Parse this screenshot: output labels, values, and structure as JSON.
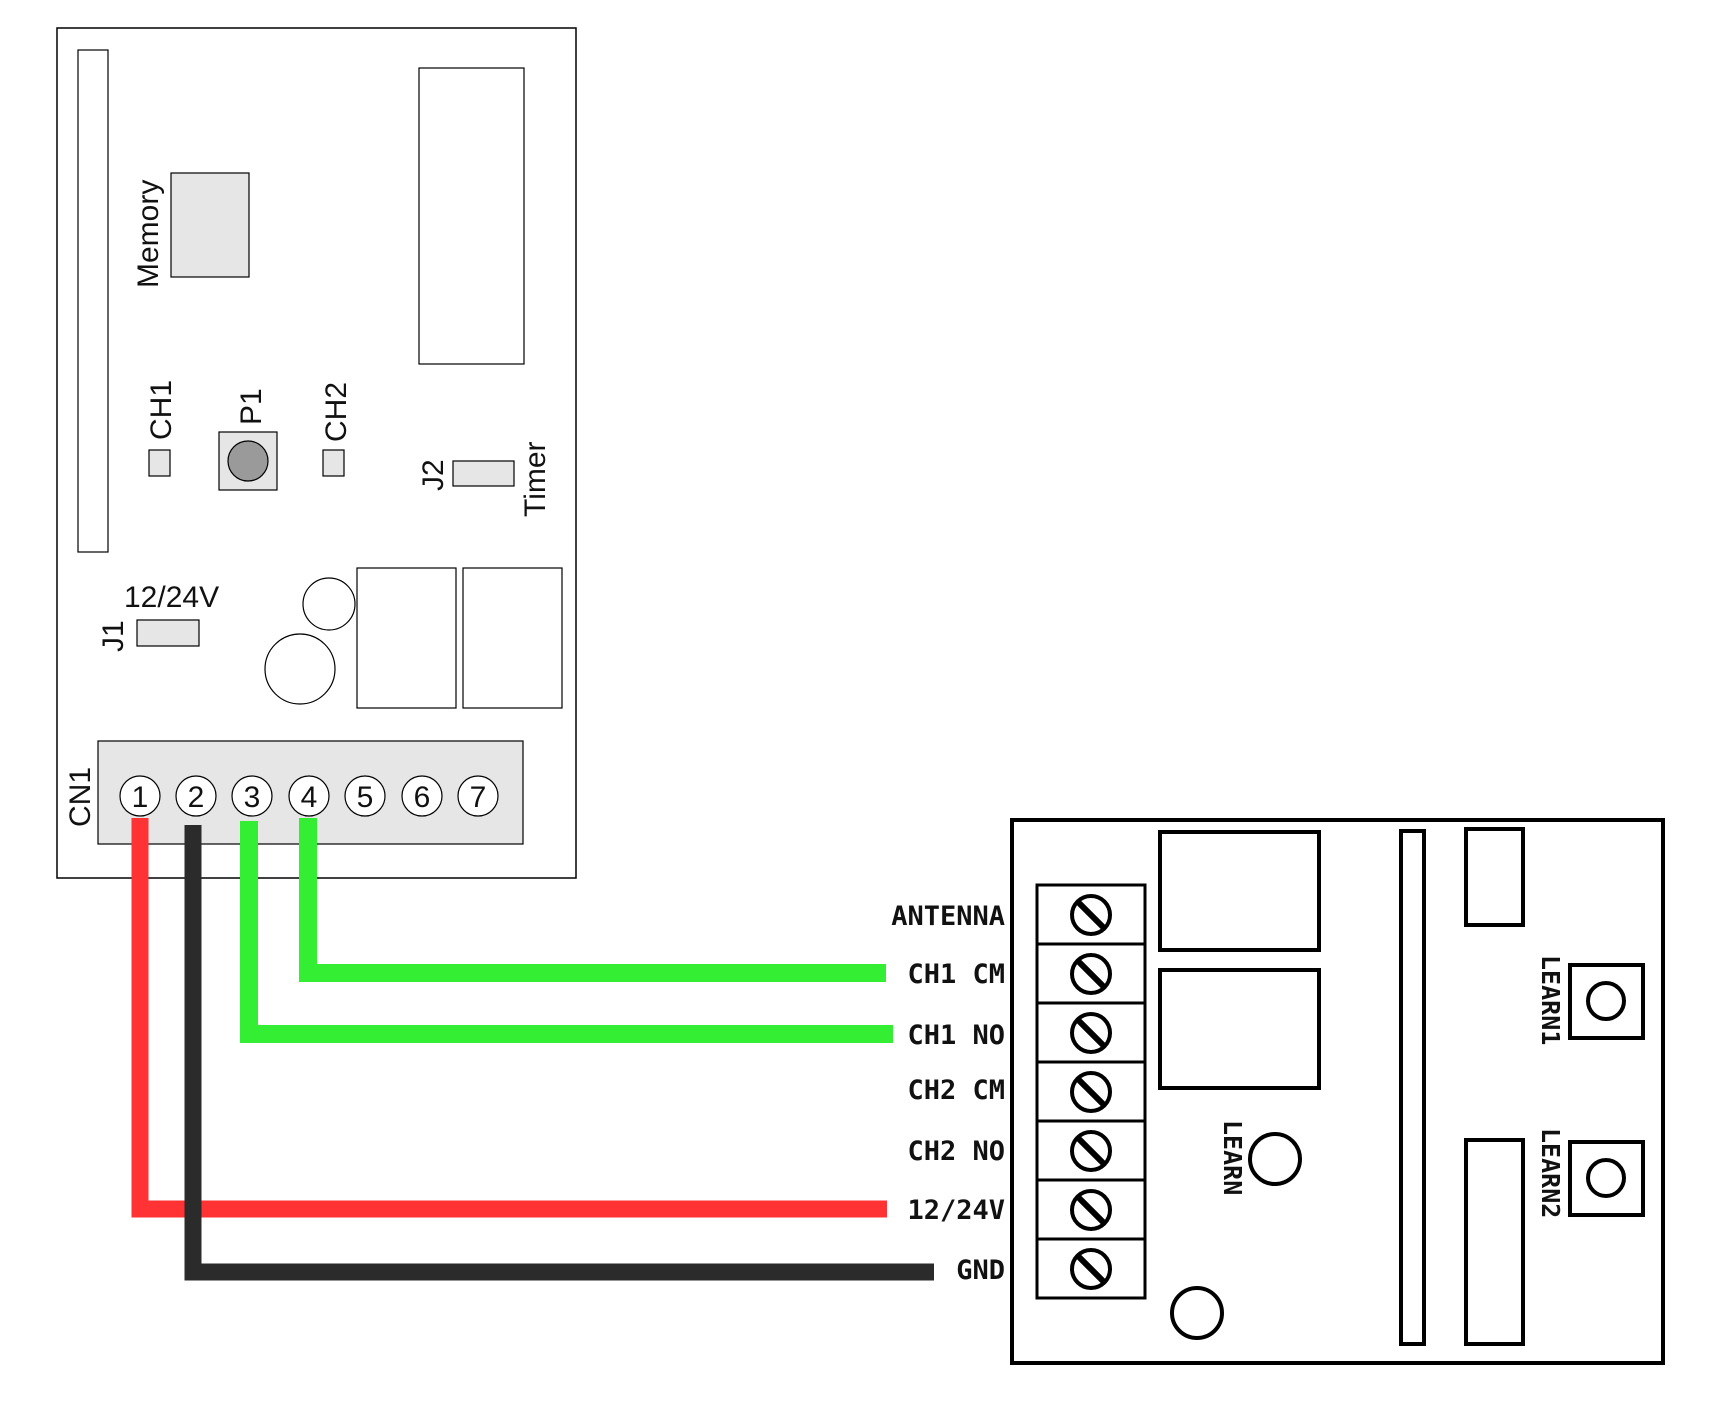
{
  "colors": {
    "red_wire": "#ff3333",
    "black_wire": "#2b2b2b",
    "green_wire": "#33ee33",
    "component_fill": "#e6e6e6",
    "outline": "#000000"
  },
  "left_board": {
    "memory_label": "Memory",
    "ch1_label": "CH1",
    "p1_label": "P1",
    "ch2_label": "CH2",
    "j2_label": "J2",
    "timer_label": "Timer",
    "voltage_label": "12/24V",
    "j1_label": "J1",
    "cn1_label": "CN1",
    "terminals": [
      "1",
      "2",
      "3",
      "4",
      "5",
      "6",
      "7"
    ]
  },
  "right_board": {
    "terminal_labels": [
      "ANTENNA",
      "CH1 CM",
      "CH1 NO",
      "CH2 CM",
      "CH2 NO",
      "12/24V",
      "GND"
    ],
    "learn_label": "LEARN",
    "learn1_label": "LEARN1",
    "learn2_label": "LEARN2"
  },
  "wires": [
    {
      "from_terminal": "1",
      "to": "12/24V",
      "color": "red"
    },
    {
      "from_terminal": "2",
      "to": "GND",
      "color": "black"
    },
    {
      "from_terminal": "3",
      "to": "CH1 NO",
      "color": "green"
    },
    {
      "from_terminal": "4",
      "to": "CH1 CM",
      "color": "green"
    }
  ]
}
